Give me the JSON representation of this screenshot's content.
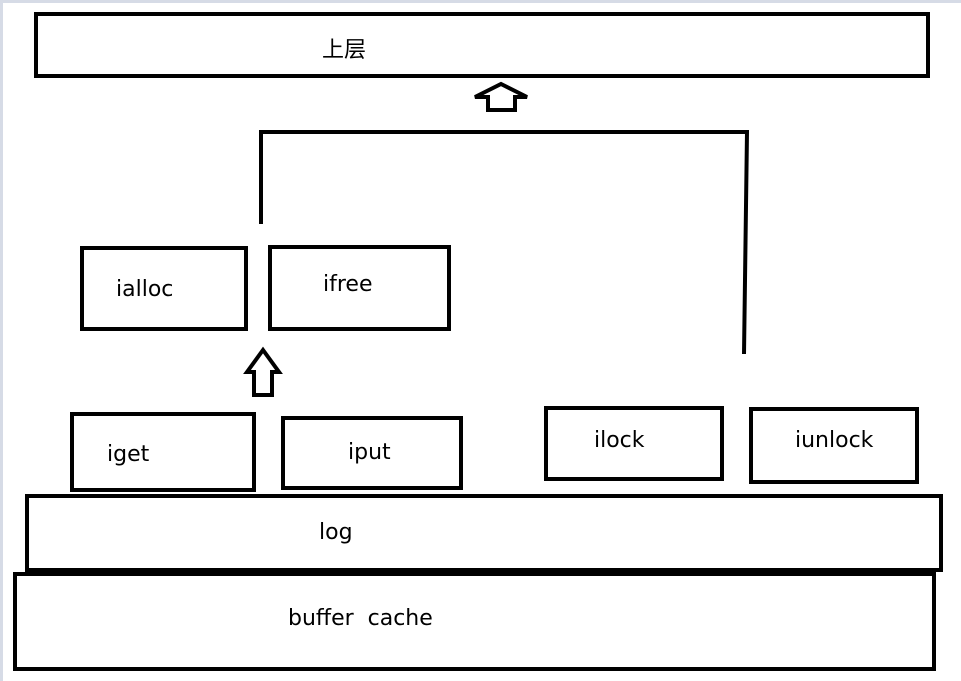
{
  "diagram": {
    "top_layer": {
      "label": "上层"
    },
    "ialloc": {
      "label": "ialloc"
    },
    "ifree": {
      "label": "ifree"
    },
    "iget": {
      "label": "iget"
    },
    "iput": {
      "label": "iput"
    },
    "ilock": {
      "label": "ilock"
    },
    "iunlock": {
      "label": "iunlock"
    },
    "log": {
      "label": "log"
    },
    "buffer_cache": {
      "label": "buffer  cache"
    }
  },
  "colors": {
    "stroke": "#000000",
    "background": "#ffffff"
  }
}
